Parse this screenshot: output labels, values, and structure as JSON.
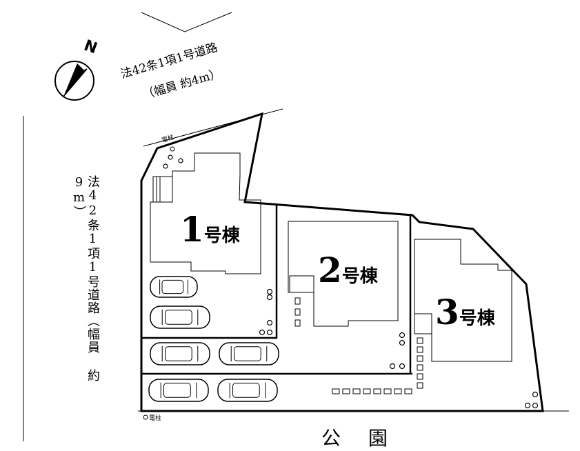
{
  "north_label": "N",
  "road_north": {
    "line1": "法42条1項1号道路",
    "line2": "（幅員 約4m）"
  },
  "road_west": {
    "text": "法42条1項1号道路（幅員 約9m）"
  },
  "houses": [
    {
      "number": "1",
      "suffix": "号棟"
    },
    {
      "number": "2",
      "suffix": "号棟"
    },
    {
      "number": "3",
      "suffix": "号棟"
    }
  ],
  "utility_pole_top": "電柱",
  "utility_pole_bottom": "電柱",
  "park_label": "公園",
  "colors": {
    "line": "#000000",
    "background": "#ffffff"
  }
}
